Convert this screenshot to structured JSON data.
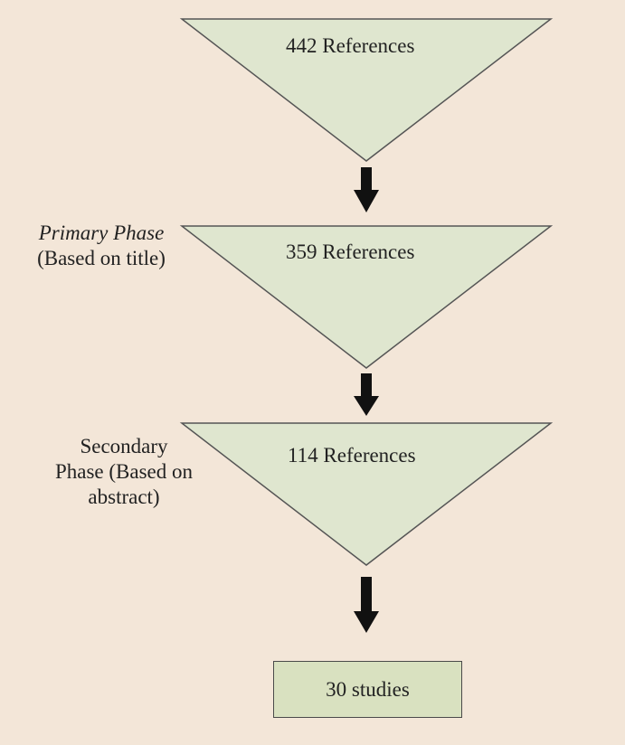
{
  "flow": {
    "stage1": "442 References",
    "stage2": "359 References",
    "stage3": "114 References",
    "result": "30 studies"
  },
  "phases": {
    "primary_title": "Primary Phase",
    "primary_sub": "(Based on title)",
    "secondary_line1": "Secondary",
    "secondary_line2": "Phase (Based on",
    "secondary_line3": "abstract)"
  },
  "colors": {
    "background": "#f3e6d8",
    "triangle_fill": "#dfe6cf",
    "box_fill": "#d9e1c0",
    "arrow": "#111111"
  }
}
